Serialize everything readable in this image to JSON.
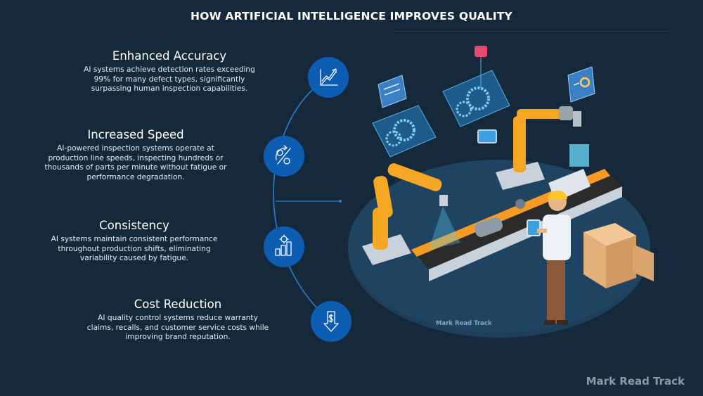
{
  "header": {
    "title": "HOW ARTIFICIAL INTELLIGENCE IMPROVES QUALITY"
  },
  "items": [
    {
      "title": "Enhanced Accuracy",
      "description": "AI systems achieve detection rates exceeding 99% for many defect types, significantly surpassing human inspection capabilities.",
      "icon": "chart-growth-icon"
    },
    {
      "title": "Increased Speed",
      "description": "AI-powered inspection systems operate at production line speeds, inspecting hundreds or thousands of parts per minute without fatigue or performance degradation.",
      "icon": "percent-arrow-icon"
    },
    {
      "title": "Consistency",
      "description": "AI systems maintain consistent performance throughout production shifts, eliminating variability caused by fatigue.",
      "icon": "gear-bars-icon"
    },
    {
      "title": "Cost Reduction",
      "description": "AI quality control systems reduce warranty claims, recalls, and customer service costs while improving brand reputation.",
      "icon": "dollar-down-arrow-icon"
    }
  ],
  "illustration": {
    "watermark": "Mark Read Track"
  },
  "footer": {
    "brand": "Mark Read Track"
  },
  "colors": {
    "background": "#15293a",
    "icon_circle": "#0d5db3",
    "connector": "#2a7fd0",
    "robot_arm": "#f5a623",
    "platform": "#1d3f5c"
  }
}
